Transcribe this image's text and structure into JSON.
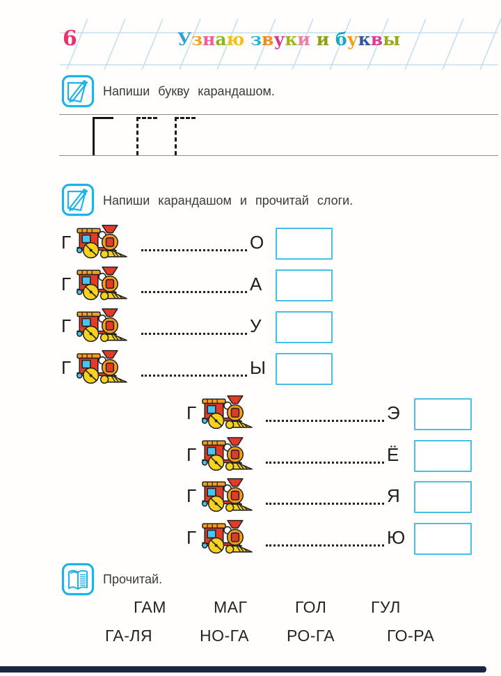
{
  "page": {
    "number": "6",
    "title_plain": "Узнаю звуки и буквы"
  },
  "title_letters": [
    {
      "ch": "У",
      "color": "#2e9fd8"
    },
    {
      "ch": "з",
      "color": "#f5a01b"
    },
    {
      "ch": "н",
      "color": "#ec5f9b"
    },
    {
      "ch": "а",
      "color": "#8fb71c"
    },
    {
      "ch": "ю",
      "color": "#f6bf17"
    },
    {
      "ch": " "
    },
    {
      "ch": "з",
      "color": "#25b3cf"
    },
    {
      "ch": "в",
      "color": "#f28a16"
    },
    {
      "ch": "у",
      "color": "#d8368f"
    },
    {
      "ch": "к",
      "color": "#9db71b"
    },
    {
      "ch": "и",
      "color": "#f07fa8"
    },
    {
      "ch": " "
    },
    {
      "ch": "и",
      "color": "#8f9e14"
    },
    {
      "ch": " "
    },
    {
      "ch": "б",
      "color": "#17a9c4"
    },
    {
      "ch": "у",
      "color": "#f59d18"
    },
    {
      "ch": "к",
      "color": "#2d55a4"
    },
    {
      "ch": "в",
      "color": "#d63e92"
    },
    {
      "ch": "ы",
      "color": "#9aa91c"
    }
  ],
  "tasks": [
    {
      "icon": "pencil-icon",
      "instruction": "Напиши букву карандашом."
    },
    {
      "icon": "pencil-icon",
      "instruction": "Напиши карандашом и прочитай слоги."
    },
    {
      "icon": "book-icon",
      "instruction": "Прочитай."
    }
  ],
  "tracing_line": {
    "solid_letter": "Г",
    "dashed_letters": [
      "Г",
      "Г"
    ]
  },
  "syllable_groups": [
    {
      "rows": [
        {
          "consonant": "Г",
          "vowel": "О",
          "answer": ""
        },
        {
          "consonant": "Г",
          "vowel": "А",
          "answer": ""
        },
        {
          "consonant": "Г",
          "vowel": "У",
          "answer": ""
        },
        {
          "consonant": "Г",
          "vowel": "Ы",
          "answer": ""
        }
      ]
    },
    {
      "rows": [
        {
          "consonant": "Г",
          "vowel": "Э",
          "answer": ""
        },
        {
          "consonant": "Г",
          "vowel": "Ё",
          "answer": ""
        },
        {
          "consonant": "Г",
          "vowel": "Я",
          "answer": ""
        },
        {
          "consonant": "Г",
          "vowel": "Ю",
          "answer": ""
        }
      ]
    }
  ],
  "read_words": [
    [
      "ГАМ",
      "МАГ",
      "ГОЛ",
      "ГУЛ"
    ],
    [
      "ГА-ЛЯ",
      "НО-ГА",
      "РО-ГА",
      "ГО-РА"
    ]
  ],
  "colors": {
    "accent_cyan": "#1cb4e8",
    "answer_box_border": "#45bfe8",
    "page_number": "#e8316e",
    "guide_line": "#c2dff0",
    "writing_line": "#8c8c8c",
    "text": "#3a3a3a",
    "letter_ink": "#1d1d1d",
    "book_edge": "#1b2741",
    "train": {
      "red": "#e23b27",
      "orange": "#f59d1c",
      "yellow": "#f7d21e",
      "window_blue": "#49c4f0",
      "step_blue": "#4a90d9",
      "outline": "#222222"
    }
  }
}
